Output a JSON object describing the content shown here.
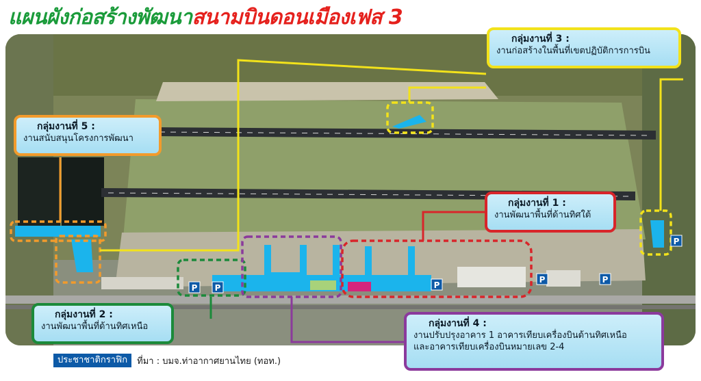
{
  "title": {
    "part1": "แผนผังก่อสร้างพัฒนา",
    "part2": "สนามบินดอนเมืองเฟส 3"
  },
  "callouts": {
    "group3": {
      "head": "กลุ่มงานที่ 3 :",
      "body": "งานก่อสร้างในพื้นที่เขตปฏิบัติการการบิน",
      "color": "#f2e21b"
    },
    "group5": {
      "head": "กลุ่มงานที่ 5 :",
      "body": "งานสนับสนุนโครงการพัฒนา",
      "color": "#f29b2c"
    },
    "group1": {
      "head": "กลุ่มงานที่ 1 :",
      "body": "งานพัฒนาพื้นที่ด้านทิศใต้",
      "color": "#d8252a"
    },
    "group2": {
      "head": "กลุ่มงานที่ 2 :",
      "body": "งานพัฒนาพื้นที่ด้านทิศเหนือ",
      "color": "#1b8a3a"
    },
    "group4": {
      "head": "กลุ่มงานที่ 4 :",
      "body_line1": "งานปรับปรุงอาคาร 1 อาคารเทียบเครื่องบินด้านทิศเหนือ",
      "body_line2": "และอาคารเทียบเครื่องบินหมายเลข 2-4",
      "color": "#8b3a9c"
    }
  },
  "parking_label": "P",
  "footer": {
    "badge": "ประชาชาติกราฟิก",
    "source": "ที่มา : บมจ.ท่าอากาศยานไทย (ทอท.)"
  }
}
